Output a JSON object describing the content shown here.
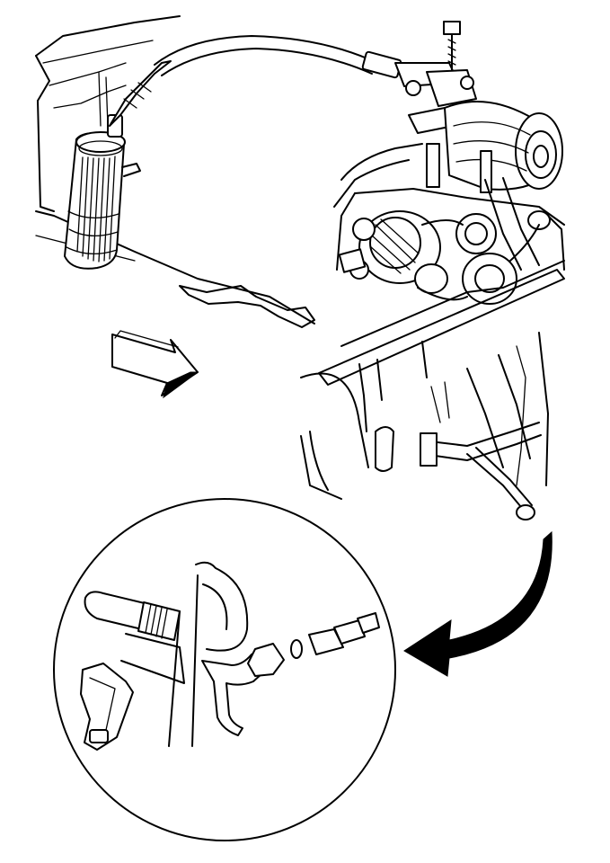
{
  "figure": {
    "components": [
      "accumulator-drier",
      "refrigerant-hose",
      "ac-compressor",
      "alternator",
      "drive-belt-pulleys",
      "compressor-mounting-bolt",
      "hose-fitting",
      "o-ring-seal",
      "retaining-clip",
      "direction-arrow",
      "detail-callout-arrow",
      "detail-magnifier-circle"
    ],
    "colors": {
      "ink": "#000000",
      "paper": "#ffffff"
    }
  }
}
